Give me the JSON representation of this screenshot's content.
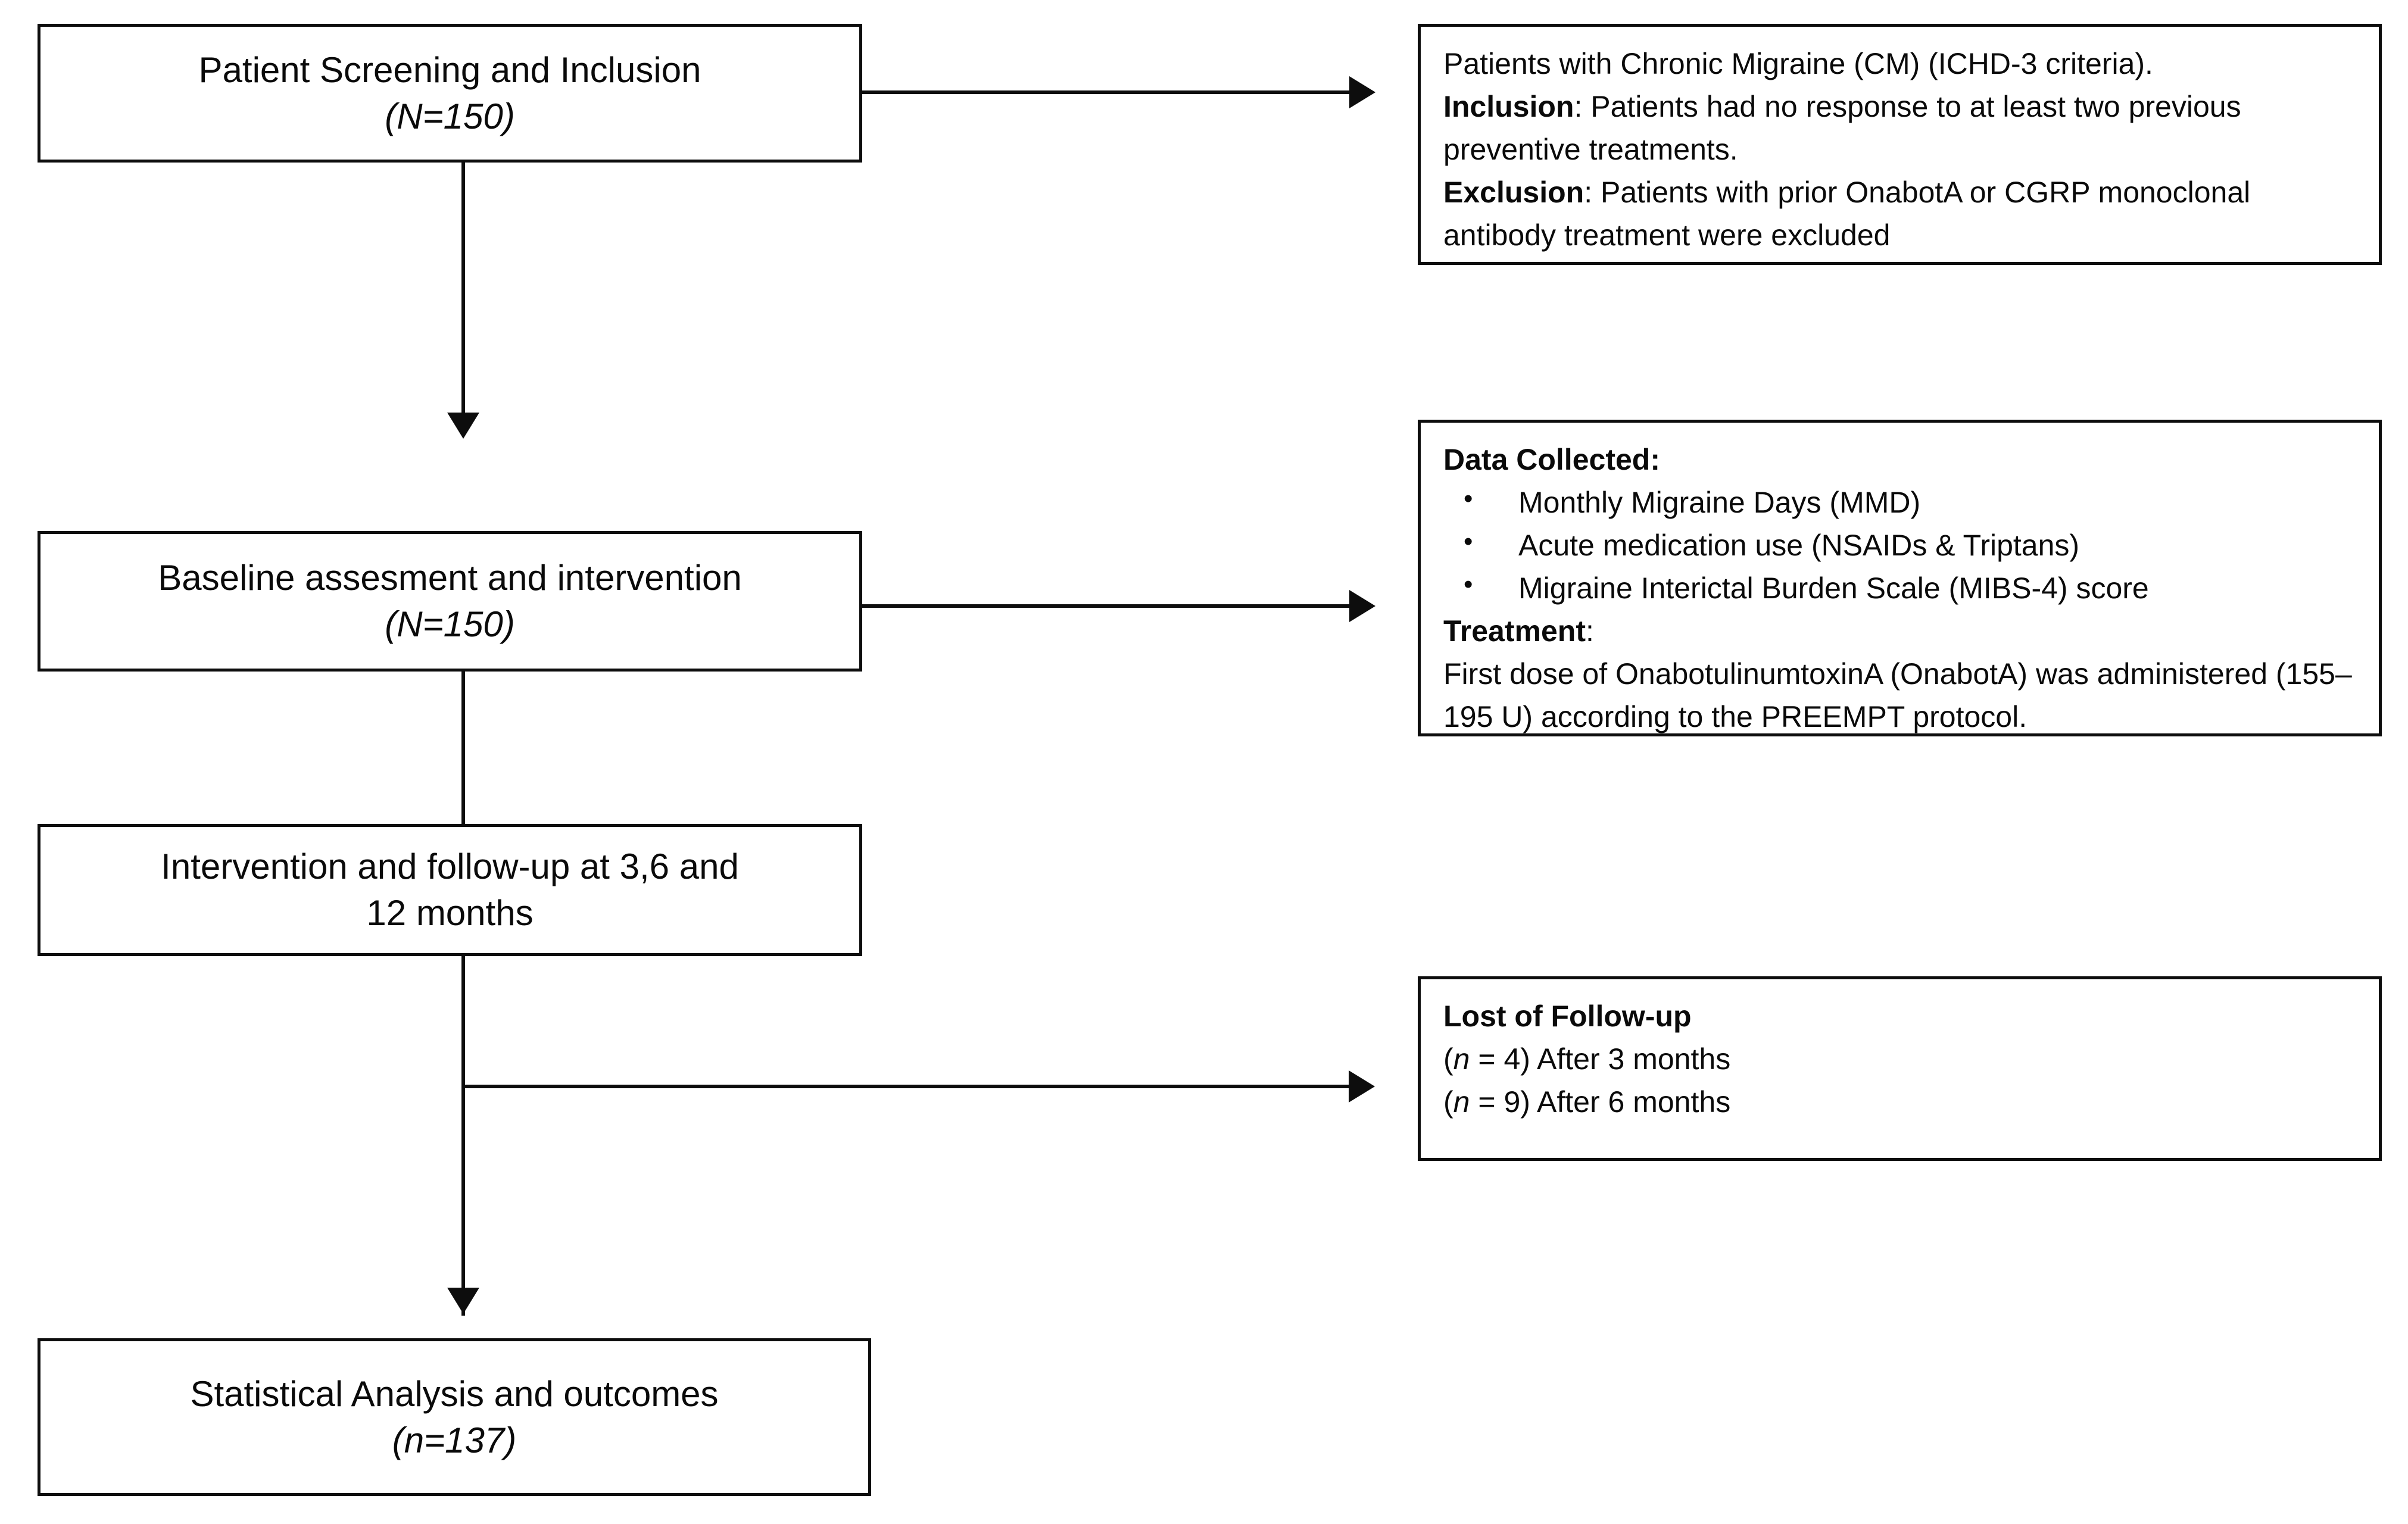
{
  "diagram": {
    "title": "Study flow diagram",
    "accent_color": "#0d0d0d",
    "background_color": "#ffffff"
  },
  "flow_nodes": [
    {
      "id": "screening",
      "line1": "Patient Screening and Inclusion",
      "line2": "(N=150)"
    },
    {
      "id": "baseline",
      "line1": "Baseline assesment and intervention",
      "line2": "(N=150)"
    },
    {
      "id": "followup",
      "line1": "Intervention and follow-up at 3,6 and",
      "line2": "12 months"
    },
    {
      "id": "analysis",
      "line1": "Statistical Analysis and outcomes",
      "line2": "(n=137)"
    }
  ],
  "side_panels": {
    "criteria": {
      "line1": "Patients with Chronic Migraine (CM) (ICHD-3 criteria).",
      "inclusion_label": "Inclusion",
      "inclusion_text": ": Patients had no response to at least two previous preventive treatments.",
      "exclusion_label": "Exclusion",
      "exclusion_text": ": Patients with prior OnabotA or CGRP monoclonal antibody treatment were excluded"
    },
    "data_treatment": {
      "data_label": "Data Collected:",
      "bullets": [
        "Monthly Migraine Days (MMD)",
        "Acute medication use (NSAIDs & Triptans)",
        "Migraine Interictal Burden Scale (MIBS-4) score"
      ],
      "treatment_label": "Treatment",
      "treatment_colon": ":",
      "treatment_text": "First dose of OnabotulinumtoxinA (OnabotA) was administered (155–195 U) according to the PREEMPT protocol."
    },
    "lost_followup": {
      "title": "Lost of Follow-up",
      "row1_prefix": "(",
      "row1_italic": "n",
      "row1_suffix": " = 4) After 3 months",
      "row2_prefix": "(",
      "row2_italic": "n",
      "row2_suffix": " = 9) After 6 months"
    }
  },
  "connectors": [
    {
      "id": "screening-to-criteria",
      "type": "arrow-right"
    },
    {
      "id": "screening-to-baseline",
      "type": "arrow-down"
    },
    {
      "id": "baseline-to-data",
      "type": "arrow-right"
    },
    {
      "id": "baseline-to-followup",
      "type": "line-down"
    },
    {
      "id": "followup-to-lost",
      "type": "arrow-right"
    },
    {
      "id": "followup-to-analysis",
      "type": "arrow-down"
    }
  ]
}
